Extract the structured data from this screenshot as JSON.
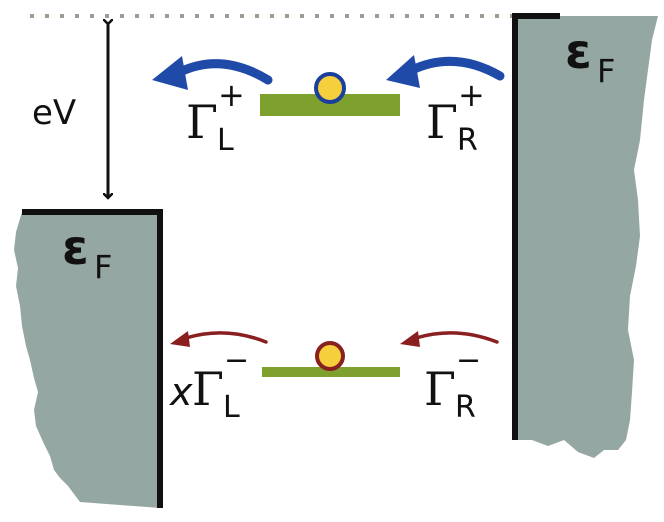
{
  "labels": {
    "bias": "eV",
    "fermi_symbol": "ε",
    "fermi_sub": "F",
    "gamma": "Γ",
    "left_sub": "L",
    "right_sub": "R",
    "plus": "+",
    "minus": "−",
    "x_factor": "x"
  },
  "colors": {
    "lead_fill": "#95a7a3",
    "level_bar": "#7ea02e",
    "electron_fill": "#f6cf3c",
    "upper_rim": "#1a3f9c",
    "lower_rim": "#8a1f1f",
    "upper_arrow": "#1f4aa8",
    "lower_arrow": "#8a1f1f",
    "reference_line": "#9d9d8f"
  }
}
